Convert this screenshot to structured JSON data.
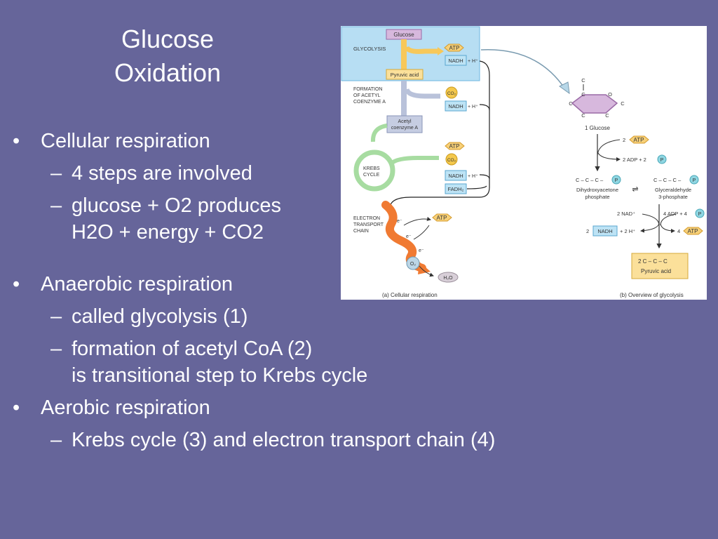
{
  "slide": {
    "title_line1": "Glucose",
    "title_line2": "Oxidation",
    "bullets": [
      {
        "text": "Cellular respiration",
        "sub": [
          "4 steps are involved",
          "glucose + O2 produces",
          "H2O + energy + CO2"
        ]
      },
      {
        "text": "Anaerobic respiration",
        "sub": [
          "called glycolysis (1)",
          "formation of acetyl CoA (2)",
          "is transitional step to Krebs cycle"
        ]
      },
      {
        "text": "Aerobic respiration",
        "sub": [
          "Krebs cycle (3) and electron transport chain (4)"
        ]
      }
    ],
    "bullet_glyph": "•",
    "dash_glyph": "–"
  },
  "figure": {
    "glucose": "Glucose",
    "glycolysis": "GLYCOLYSIS",
    "atp": "ATP",
    "nadh": "NADH",
    "plus_h": "+ H⁺",
    "pyruvic": "Pyruvic acid",
    "formation_1": "FORMATION",
    "formation_2": "OF ACETYL",
    "formation_3": "COENZYME A",
    "co2": "CO₂",
    "acetyl_1": "Acetyl",
    "acetyl_2": "coenzyme A",
    "krebs_1": "KREBS",
    "krebs_2": "CYCLE",
    "fadh2": "FADH₂",
    "etc_1": "ELECTRON",
    "etc_2": "TRANSPORT",
    "etc_3": "CHAIN",
    "eminus": "e⁻",
    "o2": "O₂",
    "h2o": "H₂O",
    "caption_a": "(a) Cellular respiration",
    "caption_b": "(b) Overview of glycolysis",
    "c_atom": "C",
    "o_atom": "O",
    "one_glucose": "1 Glucose",
    "two": "2",
    "two_adp": "2 ADP + 2",
    "p": "P",
    "ccc_dash": "C – C – C –",
    "dihydroxy_1": "Dihydroxyacetone",
    "dihydroxy_2": "phosphate",
    "glyceraldehyde_1": "Glyceraldehyde",
    "glyceraldehyde_2": "3-phosphate",
    "two_nad": "2 NAD⁺",
    "four_adp": "4 ADP + 4",
    "two_h": "+ 2 H⁺",
    "four": "4",
    "two_ccc": "2  C – C – C",
    "pyruvic_b": "Pyruvic acid",
    "equilibrium": "⇌"
  },
  "colors": {
    "background": "#66659a",
    "highlight_box": "#b7def3",
    "atp_fill": "#f7d078",
    "nadh_fill": "#bde3f5",
    "glucose_fill": "#d7b8dd",
    "pyruvic_fill": "#fbe09a",
    "co2_fill": "#f4c84c",
    "krebs_green": "#a7dca1",
    "etc_orange": "#f07a32",
    "p_fill": "#8fd6e2"
  }
}
